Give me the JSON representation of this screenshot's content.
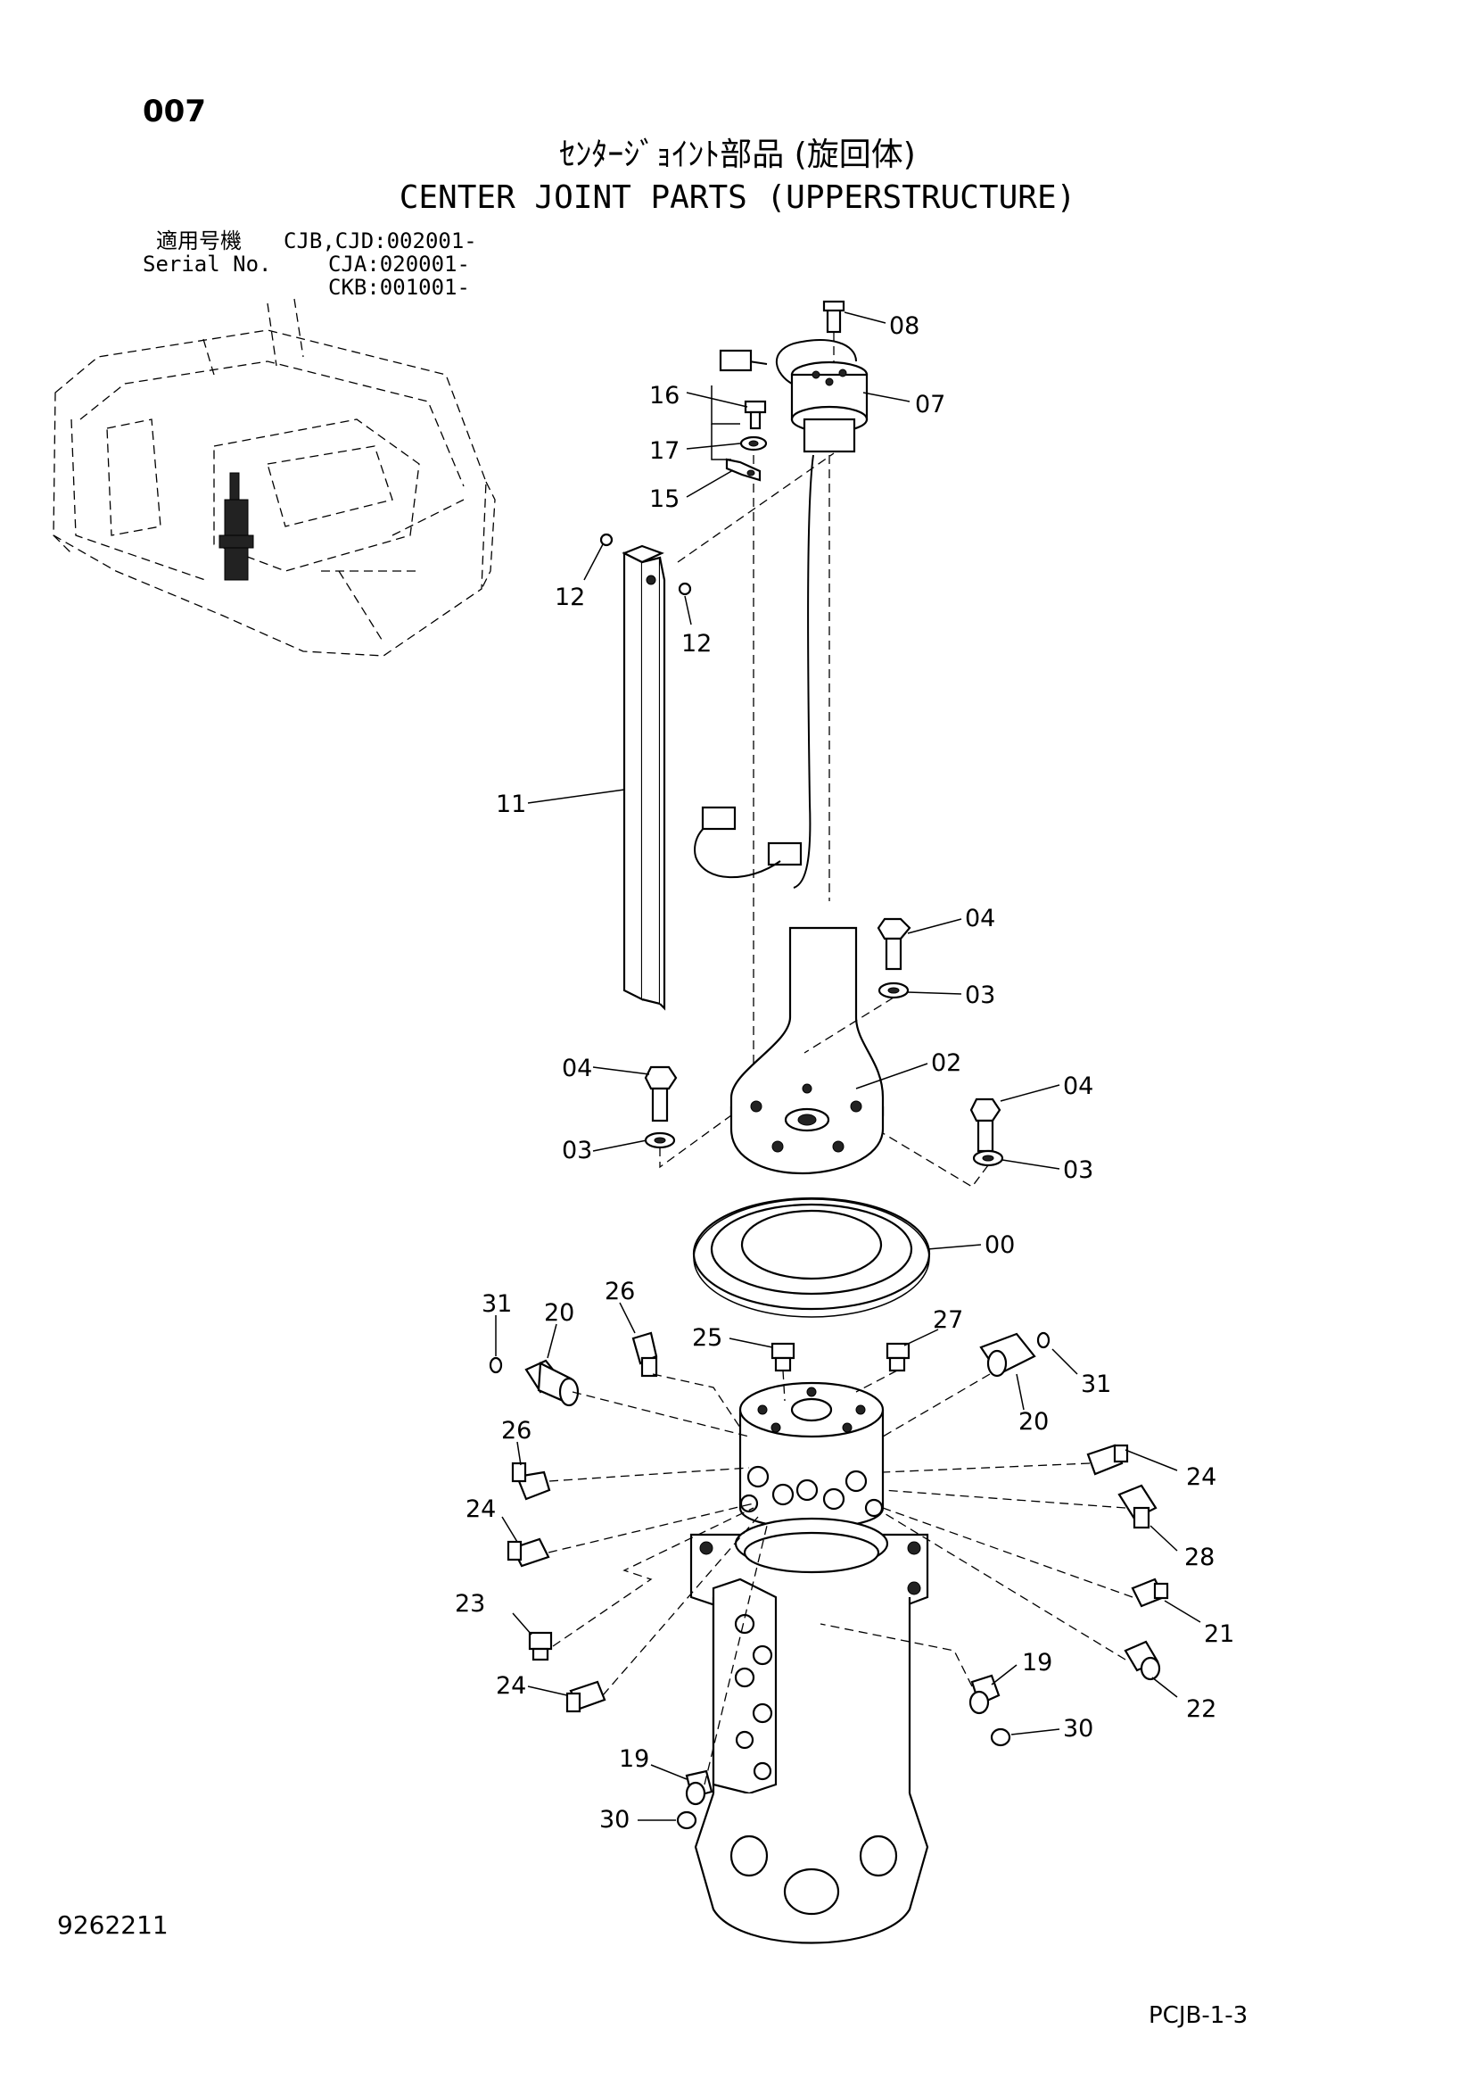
{
  "page": {
    "number": "007",
    "title_jp": "ｾﾝﾀｰｼﾞｮｲﾝﾄ部品 (旋回体)",
    "title_en": "CENTER JOINT PARTS (UPPERSTRUCTURE)",
    "serial_label_jp": "適用号機",
    "serial_label_en": "Serial No.",
    "serial_values": [
      "CJB,CJD:002001-",
      "CJA:020001-",
      "CKB:001001-"
    ],
    "document_number": "9262211",
    "page_code": "PCJB-1-3"
  },
  "callouts": [
    {
      "id": "c08",
      "label": "08"
    },
    {
      "id": "c07",
      "label": "07"
    },
    {
      "id": "c16",
      "label": "16"
    },
    {
      "id": "c17",
      "label": "17"
    },
    {
      "id": "c15",
      "label": "15"
    },
    {
      "id": "c12a",
      "label": "12"
    },
    {
      "id": "c12b",
      "label": "12"
    },
    {
      "id": "c11",
      "label": "11"
    },
    {
      "id": "c04a",
      "label": "04"
    },
    {
      "id": "c03a",
      "label": "03"
    },
    {
      "id": "c02",
      "label": "02"
    },
    {
      "id": "c04b",
      "label": "04"
    },
    {
      "id": "c04c",
      "label": "04"
    },
    {
      "id": "c03b",
      "label": "03"
    },
    {
      "id": "c03c",
      "label": "03"
    },
    {
      "id": "c00",
      "label": "00"
    },
    {
      "id": "c31a",
      "label": "31"
    },
    {
      "id": "c20a",
      "label": "20"
    },
    {
      "id": "c26a",
      "label": "26"
    },
    {
      "id": "c25",
      "label": "25"
    },
    {
      "id": "c27",
      "label": "27"
    },
    {
      "id": "c31b",
      "label": "31"
    },
    {
      "id": "c20b",
      "label": "20"
    },
    {
      "id": "c26b",
      "label": "26"
    },
    {
      "id": "c24a",
      "label": "24"
    },
    {
      "id": "c28",
      "label": "28"
    },
    {
      "id": "c24b",
      "label": "24"
    },
    {
      "id": "c23",
      "label": "23"
    },
    {
      "id": "c21",
      "label": "21"
    },
    {
      "id": "c24c",
      "label": "24"
    },
    {
      "id": "c19a",
      "label": "19"
    },
    {
      "id": "c22",
      "label": "22"
    },
    {
      "id": "c30a",
      "label": "30"
    },
    {
      "id": "c19b",
      "label": "19"
    },
    {
      "id": "c30b",
      "label": "30"
    }
  ]
}
